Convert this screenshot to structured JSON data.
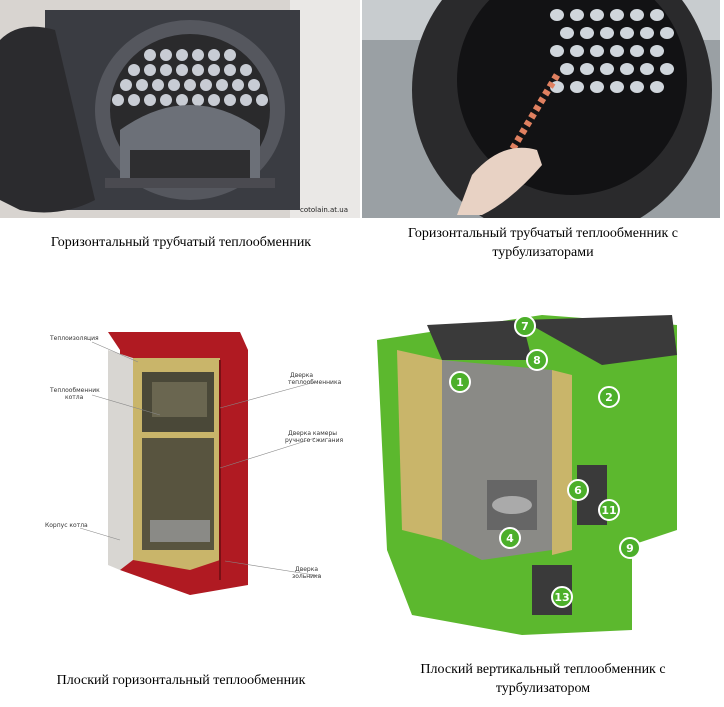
{
  "figures": [
    {
      "caption": "Горизонтальный трубчатый теплообменник",
      "watermark": "cotolain.at.ua"
    },
    {
      "caption_line1": "Горизонтальный трубчатый теплообменник с",
      "caption_line2": "турбулизаторами"
    },
    {
      "caption": "Плоский горизонтальный теплообменник",
      "labels": [
        "Теплоизоляция",
        "Теплообменник",
        "котла",
        "Дверка",
        "теплообменника",
        "Дверка камеры",
        "ручного сжигания",
        "Корпус котла",
        "Дверка",
        "зольника"
      ]
    },
    {
      "caption_line1": "Плоский вертикальный теплообменник с",
      "caption_line2": "турбулизатором",
      "markers": [
        "1",
        "2",
        "4",
        "6",
        "7",
        "8",
        "9",
        "11",
        "13"
      ]
    }
  ],
  "colors": {
    "boiler_red": "#b01a22",
    "boiler_green": "#5cb82e",
    "insulation": "#c9b56a"
  }
}
